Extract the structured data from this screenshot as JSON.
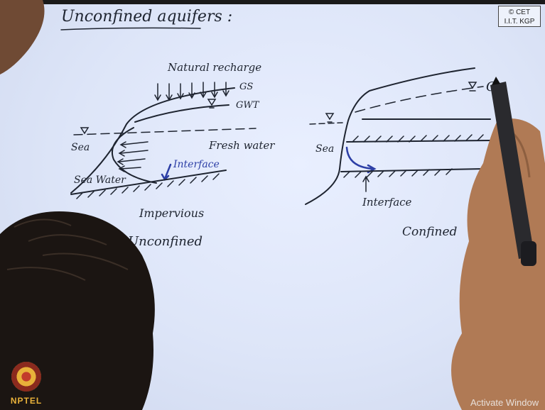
{
  "board": {
    "title": "Unconfined aquifers :",
    "badge_line1": "© CET",
    "badge_line2": "I.I.T. KGP"
  },
  "unconfined_diagram": {
    "natural_recharge": "Natural recharge",
    "gs": "GS",
    "gwt": "GWT",
    "sea": "Sea",
    "fresh_water": "Fresh water",
    "interface": "Interface",
    "sea_water": "Sea Water",
    "impervious": "Impervious",
    "caption": "Unconfined"
  },
  "confined_diagram": {
    "sea": "Sea",
    "interface": "Interface",
    "caption": "Confined",
    "partial_label": "G"
  },
  "logo": {
    "text": "NPTEL"
  },
  "watermark": "Activate Window",
  "colors": {
    "board": "#dde5f8",
    "ink": "#1e2430",
    "blue_ink": "#2d3fa6",
    "skin": "#b07a55",
    "hair": "#1b1512"
  }
}
